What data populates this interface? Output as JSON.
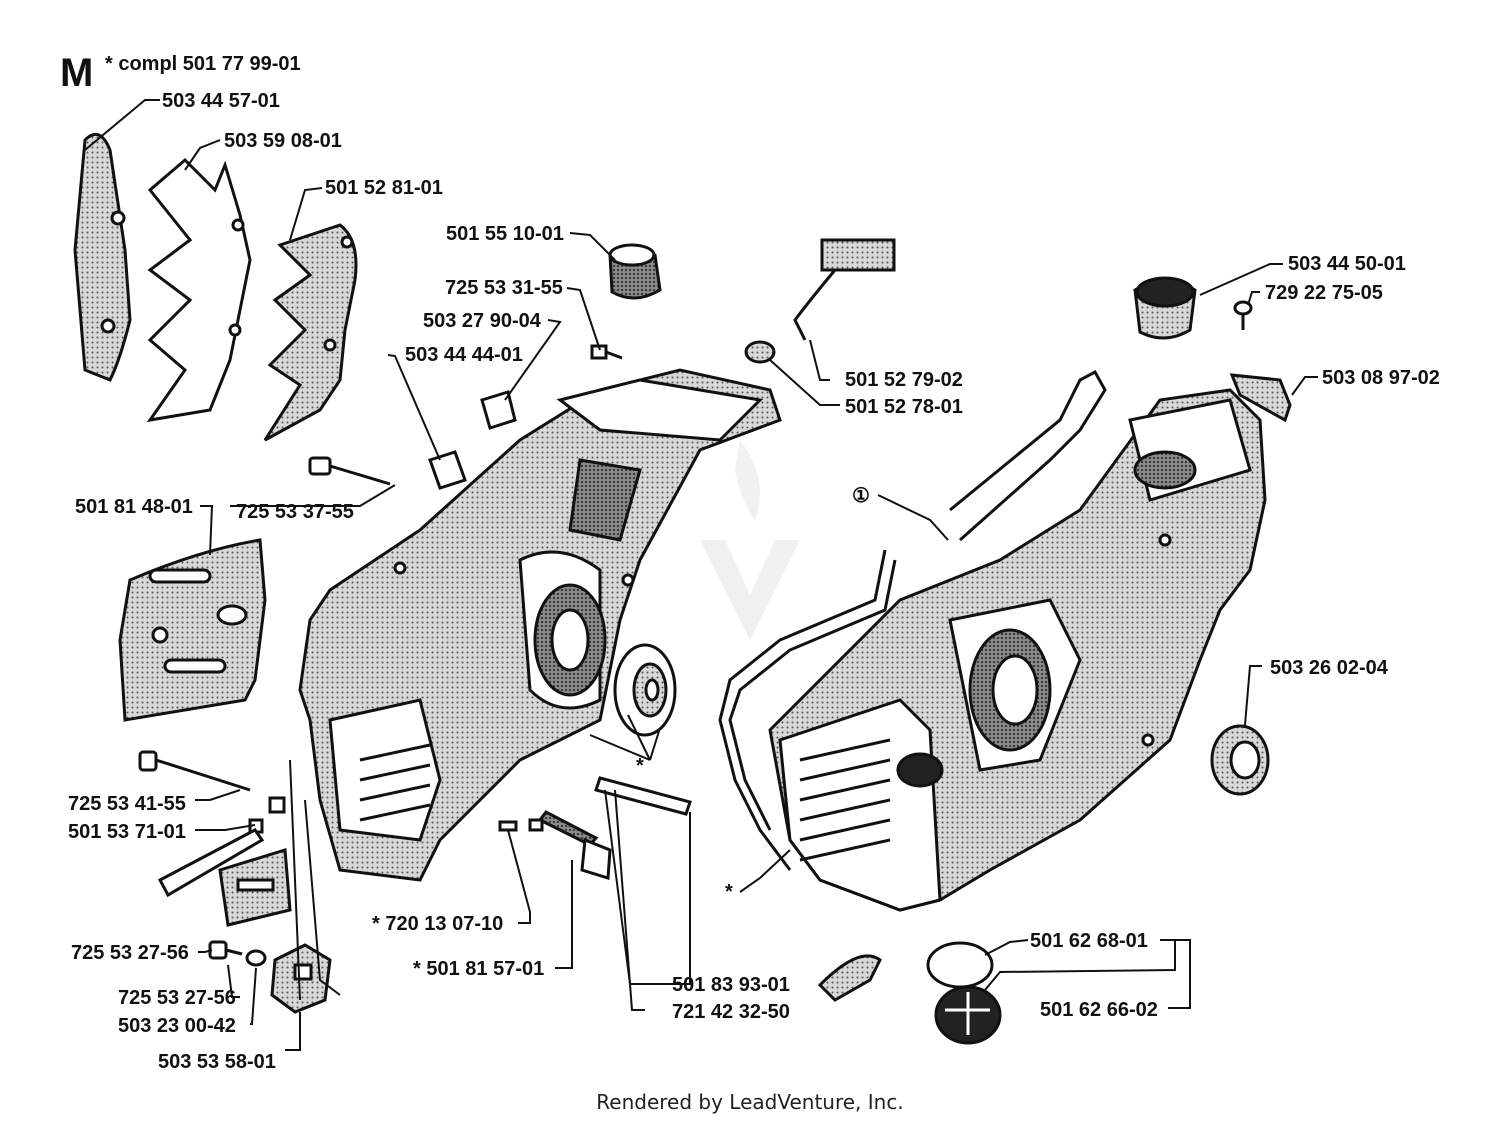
{
  "diagram": {
    "section_letter": "M",
    "compl_label": "*  compl 501 77 99-01",
    "labels": {
      "p503_44_57_01": "503 44 57-01",
      "p503_59_08_01": "503 59 08-01",
      "p501_52_81_01": "501 52 81-01",
      "p501_55_10_01": "501 55 10-01",
      "p725_53_31_55": "725 53 31-55",
      "p503_27_90_04": "503 27 90-04",
      "p503_44_44_01": "503 44 44-01",
      "p501_52_79_02": "501 52 79-02",
      "p501_52_78_01": "501 52 78-01",
      "p503_44_50_01": "503 44 50-01",
      "p729_22_75_05": "729 22 75-05",
      "p503_08_97_02": "503 08 97-02",
      "p501_81_48_01": "501 81 48-01",
      "p725_53_37_55": "725 53 37-55",
      "circled_1": "①",
      "p503_26_02_04": "503 26 02-04",
      "p725_53_41_55": "725 53 41-55",
      "p501_53_71_01": "501 53 71-01",
      "p720_13_07_10": "*  720 13 07-10",
      "p501_81_57_01": "*  501 81 57-01",
      "p501_83_93_01": "501 83 93-01",
      "p721_42_32_50": "721 42 32-50",
      "p725_53_27_56a": "725 53 27-56",
      "p725_53_27_56b": "725 53 27-56",
      "p503_23_00_42": "503 23 00-42",
      "p503_53_58_01": "503 53 58-01",
      "p501_62_68_01": "501 62 68-01",
      "p501_62_66_02": "501 62 66-02",
      "star_center": "*",
      "star_right": "*"
    }
  },
  "footer": {
    "text": "Rendered by LeadVenture, Inc."
  }
}
